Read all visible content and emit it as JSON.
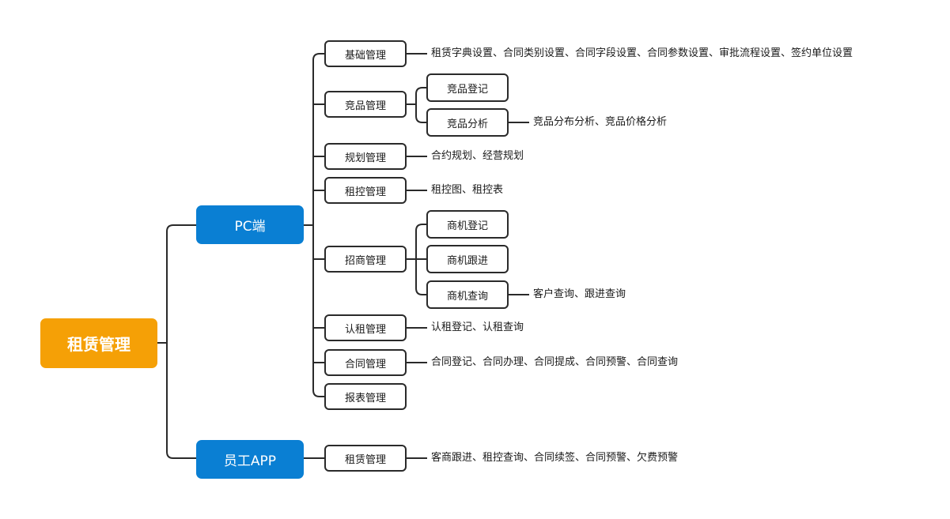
{
  "root": {
    "label": "租赁管理"
  },
  "pc": {
    "label": "PC端",
    "items": [
      {
        "label": "基础管理",
        "detail": "租赁字典设置、合同类别设置、合同字段设置、合同参数设置、审批流程设置、签约单位设置"
      },
      {
        "label": "竞品管理",
        "children": [
          {
            "label": "竞品登记"
          },
          {
            "label": "竞品分析",
            "detail": "竞品分布分析、竞品价格分析"
          }
        ]
      },
      {
        "label": "规划管理",
        "detail": "合约规划、经营规划"
      },
      {
        "label": "租控管理",
        "detail": "租控图、租控表"
      },
      {
        "label": "招商管理",
        "children": [
          {
            "label": "商机登记"
          },
          {
            "label": "商机跟进"
          },
          {
            "label": "商机查询",
            "detail": "客户查询、跟进查询"
          }
        ]
      },
      {
        "label": "认租管理",
        "detail": "认租登记、认租查询"
      },
      {
        "label": "合同管理",
        "detail": "合同登记、合同办理、合同提成、合同预警、合同查询"
      },
      {
        "label": "报表管理"
      }
    ]
  },
  "app": {
    "label": "员工APP",
    "items": [
      {
        "label": "租赁管理",
        "detail": "客商跟进、租控查询、合同续签、合同预警、欠费预警"
      }
    ]
  },
  "colors": {
    "root": "#f5a006",
    "branch": "#0a7fd3",
    "line": "#2a2a2a"
  }
}
